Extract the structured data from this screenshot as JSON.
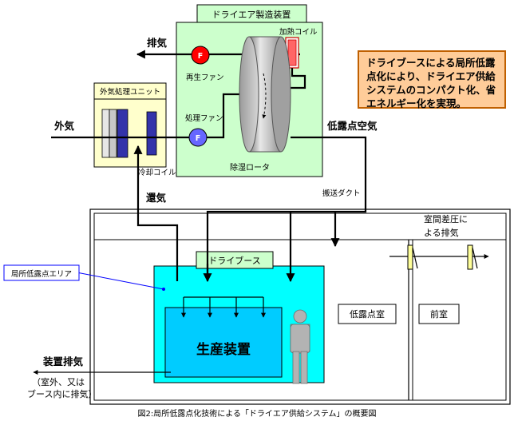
{
  "labels": {
    "dryer_title": "ドライエア製造装置",
    "exhaust": "排気",
    "heating_coil": "加熱コイル",
    "regen_fan": "再生ファン",
    "process_fan": "処理ファン",
    "fan_letter": "F",
    "dehumid_rotor": "除湿ロータ",
    "oa_unit": "外気処理ユニット",
    "cooling_coil": "冷却コイル",
    "outdoor_air": "外気",
    "low_dew_air": "低露点空気",
    "return_air": "還気",
    "transport_duct": "搬送ダクト",
    "pressure_exhaust": [
      "室間差圧に",
      "よる排気"
    ],
    "local_area": "局所低露点エリア",
    "dry_booth": "ドライブース",
    "production_equipment": "生産装置",
    "low_dew_room": "低露点室",
    "anteroom": "前室",
    "equipment_exhaust": "装置排気",
    "exhaust_note": [
      "（室外、又は",
      "ブース内に排気）"
    ],
    "caption": "図2:局所低露点化技術による「ドライエア供給システム」の概要図"
  },
  "note": "ドライブースによる局所低露点化により、ドライエア供給システムのコンパクト化、省エネルギー化を実現。",
  "colors": {
    "dryer_fill": "#ccffcc",
    "booth_fill": "#00ffff",
    "equipment_fill": "#00ccff",
    "regen_fan": "#ff0000",
    "process_fan": "#6666ff",
    "note_fill": "#ffcc99",
    "callout_line": "#0000ff"
  }
}
